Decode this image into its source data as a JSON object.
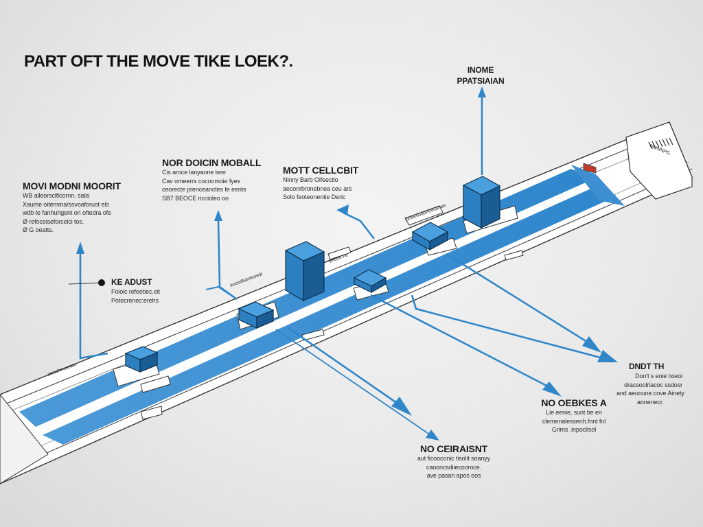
{
  "title": "PART OFT THE MOVE TIKE LOEK?.",
  "colors": {
    "blue_stripe": "#3d8fd4",
    "box_front": "#2c7fc1",
    "box_side": "#1a5c94",
    "box_top": "#4aa0df",
    "arrow": "#2f86c8",
    "track": "#ffffff",
    "track_edge": "#444444"
  },
  "labels": {
    "inome": {
      "heading": "INOME",
      "heading2": "PPATSIAIAN",
      "lines": []
    },
    "movi_modni": {
      "heading": "MOVI MODNI MOORIT",
      "lines": [
        "WB  alleorsclficornn.  salis",
        "Xaume  oitemma/ssvoaforuot els",
        "wdb te fanhuhgent on oftedra ofe",
        "Ø refoceiseforcelci  tos.",
        "Ø  G oeatts."
      ]
    },
    "nor_doicin": {
      "heading": "NOR DOICIN MOBALL",
      "lines": [
        "Cis  aroce  lanyaone  tere",
        "Cav  omeerrs cocoomoie fyes",
        "ceorecte  prenceanctes  te eents",
        "SB7  BEOCE  riccioleo  oo"
      ]
    },
    "mott": {
      "heading": "MOTT CELLCBIT",
      "lines": [
        "Ninny  Barb  Oifeectio",
        "aeconrbronebnea  ceu  ars",
        "Solo  feoteonentie  Deric"
      ]
    },
    "keadust": {
      "heading": "KE ADUST",
      "lines": [
        "Foiolc  refeetiec.eit",
        "Potecrenec:erehs"
      ]
    },
    "dndt": {
      "heading": "DNDT TH",
      "lines": [
        "Don't  s eoie   Ixieoi",
        "dracsoolrlacoc ssdosr",
        "and  aeuoune  cove  Ainety",
        "annenecr."
      ]
    },
    "no_oebkes": {
      "heading": "NO OEBKES A",
      "lines": [
        "Lie eenie,  sunt  be  en",
        "clemenalessenh.fnnt  fnl",
        "Grims  .inpocilsol"
      ]
    },
    "no_ceiraisnt": {
      "heading": "NO CEIRAISNT",
      "lines": [
        "aut  ficooconic tisolit  soanyy",
        "caooncsdiiecooroce.",
        "ave  pasan  apos  oos"
      ]
    }
  },
  "track_tags": [
    "annohnvoeten",
    "eucedtsentonelt",
    "eeooe.ne",
    "onoesodomneatnee",
    "MUNNPG."
  ]
}
